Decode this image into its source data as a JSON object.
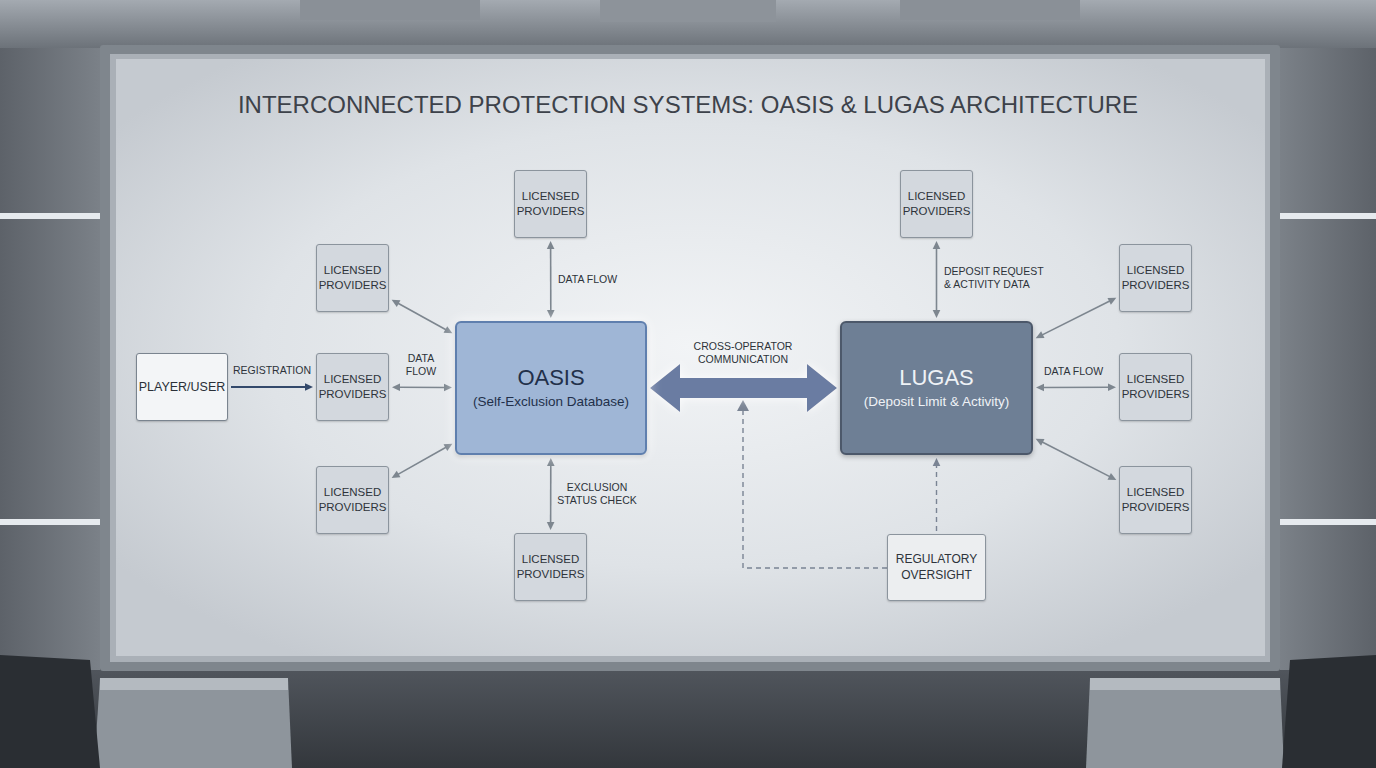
{
  "diagram": {
    "title": "INTERCONNECTED PROTECTION SYSTEMS: OASIS & LUGAS ARCHITECTURE",
    "nodes": [
      {
        "text": [
          "LICENSED PROVIDERS"
        ]
      },
      {
        "text": [
          "LICENSED PROVIDERS"
        ]
      },
      {
        "text": [
          "LICENSED PROVIDERS"
        ]
      },
      {
        "text": [
          "LICENSED PROVIDERS"
        ]
      },
      {
        "text": [
          "OASIS",
          "(Self-Exclusion Database)"
        ]
      },
      {
        "text": [
          "LUGAS",
          "(Deposit Limit & Activity)"
        ]
      },
      {
        "text": [
          "PLAYER/USER"
        ]
      },
      {
        "text": [
          "LICENSED PROVIDERS"
        ]
      },
      {
        "text": [
          "LICENSED PROVIDERS"
        ]
      },
      {
        "text": [
          "LICENSED PROVIDERS"
        ]
      },
      {
        "text": [
          "LICENSED PROVIDERS"
        ]
      },
      {
        "text": [
          "LICENSED PROVIDERS"
        ]
      },
      {
        "text": [
          "REGULATORY OVERSIGHT"
        ]
      }
    ],
    "edges": [
      {
        "from": 6,
        "to": 7,
        "arrow": "to",
        "label": "REGISTRATION"
      },
      {
        "from": 0,
        "to": 4,
        "arrow": "both",
        "label": "DATA FLOW"
      },
      {
        "from": 2,
        "to": 4,
        "arrow": "both"
      },
      {
        "from": 7,
        "to": 4,
        "arrow": "both",
        "label": "DATA FLOW"
      },
      {
        "from": 9,
        "to": 4,
        "arrow": "both"
      },
      {
        "from": 11,
        "to": 4,
        "arrow": "both",
        "label": "EXCLUSION STATUS CHECK"
      },
      {
        "from": 4,
        "to": 5,
        "arrow": "both",
        "label": "CROSS-OPERATOR COMMUNICATION"
      },
      {
        "from": 1,
        "to": 5,
        "arrow": "both",
        "label": "DEPOSIT REQUEST & ACTIVITY DATA"
      },
      {
        "from": 3,
        "to": 5,
        "arrow": "both"
      },
      {
        "from": 8,
        "to": 5,
        "arrow": "both",
        "label": "DATA FLOW"
      },
      {
        "from": 10,
        "to": 5,
        "arrow": "both"
      },
      {
        "from": 12,
        "to": 5,
        "arrow": "to"
      }
    ]
  }
}
